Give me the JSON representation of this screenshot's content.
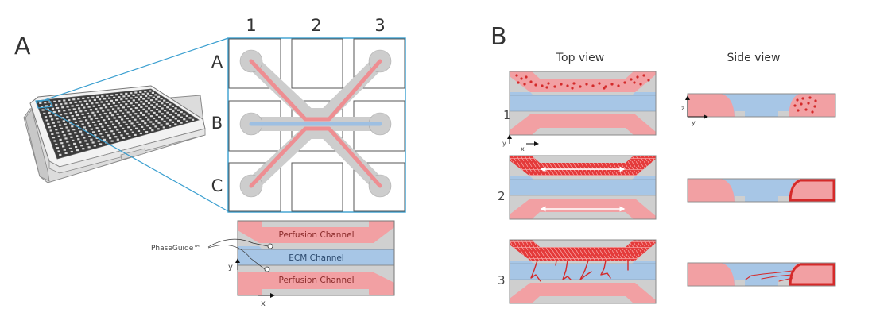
{
  "panels": {
    "a": {
      "letter": "A",
      "columns": [
        "1",
        "2",
        "3"
      ],
      "rows": [
        "A",
        "B",
        "C"
      ],
      "chip": {
        "top_channel": "Perfusion Channel",
        "middle_channel": "ECM Channel",
        "bottom_channel": "Perfusion Channel",
        "phaseguide_label": "PhaseGuide™",
        "axis_x": "x",
        "axis_y": "y"
      }
    },
    "b": {
      "letter": "B",
      "top_view_title": "Top view",
      "side_view_title": "Side view",
      "steps": [
        "1",
        "2",
        "3"
      ],
      "axes": {
        "top_x": "x",
        "top_y": "y",
        "side_y": "y",
        "side_z": "z"
      }
    }
  },
  "colors": {
    "perfusion": "#f2a0a3",
    "ecm": "#a7c6e6",
    "gray": "#cfcfcf",
    "cells": "#d42a2a",
    "zoom_lines": "#3a9fd0",
    "outline": "#777777"
  }
}
